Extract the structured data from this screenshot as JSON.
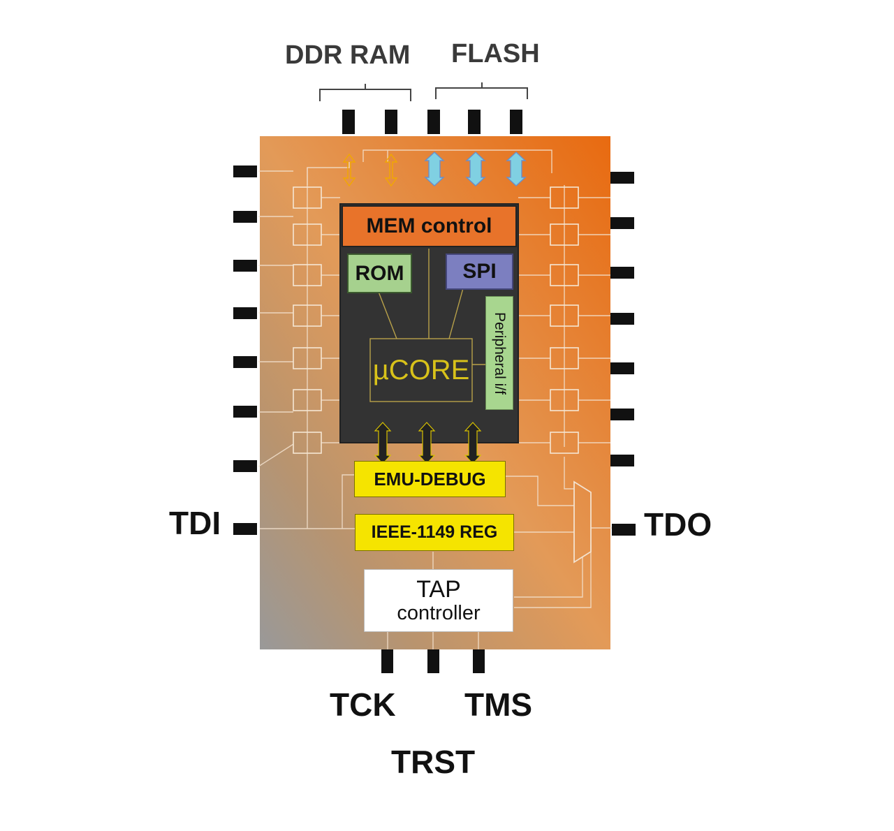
{
  "labels": {
    "ddr": "DDR RAM",
    "flash": "FLASH",
    "tdi": "TDI",
    "tdo": "TDO",
    "tck": "TCK",
    "tms": "TMS",
    "trst": "TRST"
  },
  "blocks": {
    "mem_control": "MEM control",
    "rom": "ROM",
    "spi": "SPI",
    "peripheral": "Peripheral i/f",
    "ucore": "µCORE",
    "emu_debug": "EMU-DEBUG",
    "ieee": "IEEE-1149 REG",
    "tap_line1": "TAP",
    "tap_line2": "controller"
  },
  "colors": {
    "chip_orange": "#e8741c",
    "chip_gray": "#9a9a9a",
    "core_dark": "#333333",
    "mem_control": "#e8732a",
    "rom": "#a6d18e",
    "spi": "#7c7fc0",
    "peripheral": "#a8d68f",
    "debug_yellow": "#f5e400",
    "ucore_text": "#d8c21a",
    "ddr_arrow": "#f2b21e",
    "flash_arrow": "#7fcfe0"
  }
}
